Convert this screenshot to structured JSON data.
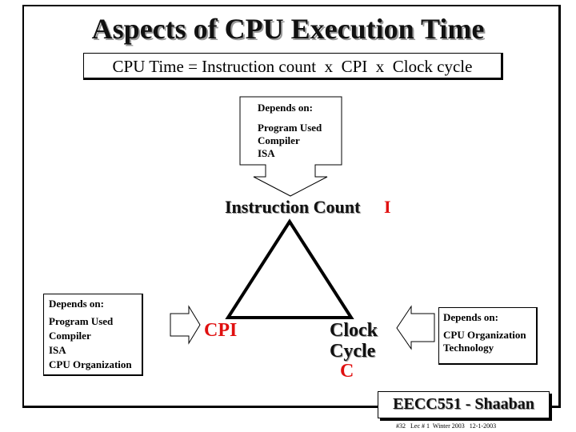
{
  "title": "Aspects of CPU Execution Time",
  "formula": "CPU Time = Instruction count  x  CPI  x  Clock cycle",
  "callout_top": {
    "heading": "Depends on:",
    "items": [
      "Program Used",
      "Compiler",
      "ISA"
    ]
  },
  "callout_left": {
    "heading": "Depends on:",
    "items": [
      "Program Used",
      "Compiler",
      "ISA",
      "CPU Organization"
    ]
  },
  "callout_right": {
    "heading": "Depends on:",
    "items": [
      "CPU Organization",
      "Technology"
    ]
  },
  "instruction_count": {
    "label": "Instruction Count",
    "letter": "I"
  },
  "cpi": {
    "label": "CPI"
  },
  "clock_cycle": {
    "label_line1": "Clock",
    "label_line2": "Cycle",
    "letter": "C"
  },
  "footer": {
    "label": "EECC551 - Shaaban",
    "note": "#32   Lec # 1  Winter 2003   12-1-2003"
  },
  "colors": {
    "accent": "#e01010",
    "text": "#000000",
    "background": "#ffffff"
  }
}
